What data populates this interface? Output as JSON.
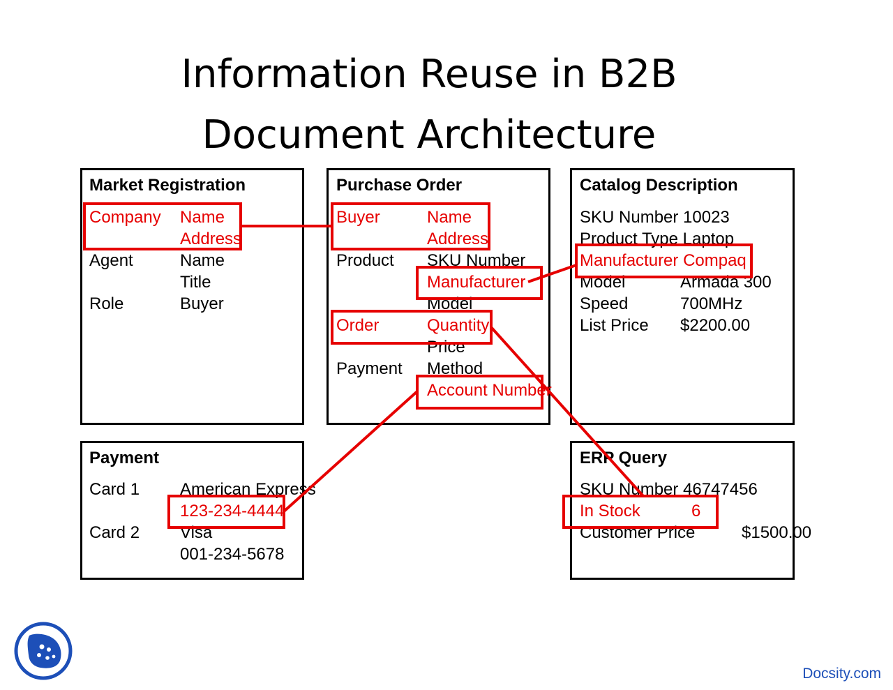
{
  "title": {
    "line1": "Information Reuse in B2B",
    "line2": "Document Architecture"
  },
  "market_registration": {
    "heading": "Market Registration",
    "rows": [
      [
        "Company",
        "Name"
      ],
      [
        "",
        "Address"
      ],
      [
        "Agent",
        "Name"
      ],
      [
        "",
        "Title"
      ],
      [
        "Role",
        "Buyer"
      ]
    ]
  },
  "purchase_order": {
    "heading": "Purchase Order",
    "rows": [
      [
        "Buyer",
        "Name"
      ],
      [
        "",
        "Address"
      ],
      [
        "Product",
        "SKU Number"
      ],
      [
        "",
        "Manufacturer"
      ],
      [
        "",
        "Model"
      ],
      [
        "Order",
        "Quantity"
      ],
      [
        "",
        "Price"
      ],
      [
        "Payment",
        "Method"
      ],
      [
        "",
        "Account Number"
      ]
    ]
  },
  "catalog_description": {
    "heading": "Catalog Description",
    "rows": [
      [
        "SKU Number 10023",
        ""
      ],
      [
        "Product Type Laptop",
        ""
      ],
      [
        "Manufacturer Compaq",
        ""
      ],
      [
        "Model",
        "Armada 300"
      ],
      [
        "Speed",
        "700MHz"
      ],
      [
        "List Price",
        "$2200.00"
      ]
    ]
  },
  "payment": {
    "heading": "Payment",
    "rows": [
      [
        "Card 1",
        "American Express"
      ],
      [
        "",
        "123-234-4444"
      ],
      [
        "Card 2",
        "Visa"
      ],
      [
        "",
        "001-234-5678"
      ]
    ]
  },
  "erp_query": {
    "heading": "ERP Query",
    "rows": [
      [
        "SKU Number 46747456",
        ""
      ],
      [
        "In Stock",
        "6"
      ],
      [
        "Customer Price",
        "$1500.00"
      ]
    ]
  },
  "footer": {
    "brand": "Docsity.com",
    "logo_icon": "docsity-logo-icon"
  },
  "colors": {
    "highlight": "#e60000",
    "brand": "#1d4fb8"
  }
}
